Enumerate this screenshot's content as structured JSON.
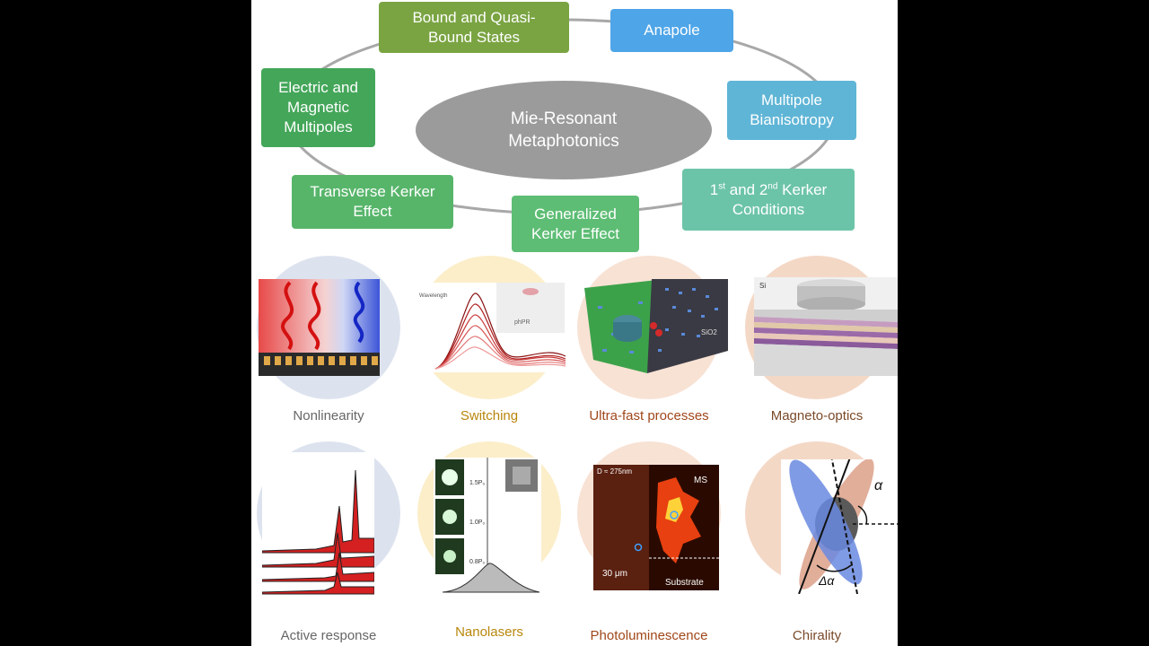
{
  "diagram": {
    "center": {
      "line1": "Mie-Resonant",
      "line2": "Metaphotonics"
    },
    "concepts": {
      "bound": {
        "line1": "Bound and Quasi-",
        "line2": "Bound States",
        "color": "#7aa442"
      },
      "anapole": {
        "text": "Anapole",
        "color": "#4ea5e8"
      },
      "multipoles": {
        "line1": "Electric and",
        "line2": "Magnetic",
        "line3": "Multipoles",
        "color": "#44a659"
      },
      "bianisotropy": {
        "line1": "Multipole",
        "line2": "Bianisotropy",
        "color": "#5fb5d6"
      },
      "transverse": {
        "line1": "Transverse Kerker",
        "line2": "Effect",
        "color": "#57b56a"
      },
      "generalized": {
        "line1": "Generalized",
        "line2": "Kerker Effect",
        "color": "#5dbd74"
      },
      "conditions": {
        "pre1": "1",
        "sup1": "st",
        "mid": " and 2",
        "sup2": "nd",
        "post": " Kerker",
        "line2": "Conditions",
        "color": "#6cc4a8"
      }
    },
    "connector_color": "#a8a8a8"
  },
  "applications": [
    {
      "label": "Nonlinearity",
      "label_color": "#666666",
      "disc_color": "#dde3ee"
    },
    {
      "label": "Switching",
      "label_color": "#b8860b",
      "disc_color": "#fbeec9"
    },
    {
      "label": "Ultra-fast processes",
      "label_color": "#a0471a",
      "disc_color": "#f8e2d4"
    },
    {
      "label": "Magneto-optics",
      "label_color": "#7a4a2a",
      "disc_color": "#f4d8c6"
    },
    {
      "label": "Active response",
      "label_color": "#666666",
      "disc_color": "#dde3ee"
    },
    {
      "label": "Nanolasers",
      "label_color": "#b8860b",
      "disc_color": "#fbeec9"
    },
    {
      "label": "Photoluminescence",
      "label_color": "#a0471a",
      "disc_color": "#f8e2d4"
    },
    {
      "label": "Chirality",
      "label_color": "#7a4a2a",
      "disc_color": "#f4d8c6"
    }
  ],
  "figure_text": {
    "switching_legend": "Wavelength",
    "switching_inset": "phPR",
    "ultrafast_label": "SiO2",
    "magneto_label": "Si",
    "nanolaser_levels": [
      "1.5P₀",
      "1.0P₀",
      "0.8P₀"
    ],
    "pl_title": "D ≈ 275nm",
    "pl_ms": "MS",
    "pl_scale": "30 μm",
    "pl_substrate": "Substrate",
    "chirality_alpha": "α",
    "chirality_dalpha": "Δα"
  }
}
